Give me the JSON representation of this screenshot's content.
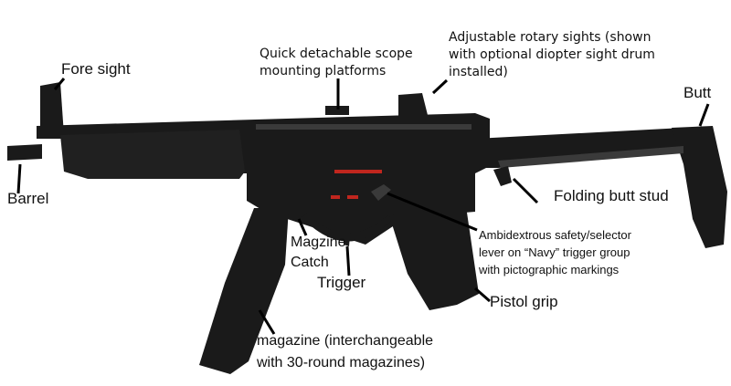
{
  "labels": {
    "fore_sight": "Fore sight",
    "barrel": "Barrel",
    "scope_mounts": "Quick detachable scope\nmounting platforms",
    "rotary_sights": "Adjustable rotary sights (shown\nwith optional diopter sight drum\ninstalled)",
    "butt": "Butt",
    "folding_butt_stud": "Folding butt stud",
    "safety_selector": "Ambidextrous safety/selector\nlever on “Navy” trigger group\nwith pictographic markings",
    "magazine_catch": "Magzine\nCatch",
    "trigger": "Trigger",
    "pistol_grip": "Pistol grip",
    "magazine": "magazine (interchangeable\nwith 30-round magazines)"
  },
  "colors": {
    "label_text": "#111111",
    "leader": "#000000",
    "gun_body": "#1a1a1a",
    "gun_highlight": "#3a3a3a",
    "marking_red": "#c0261e"
  }
}
